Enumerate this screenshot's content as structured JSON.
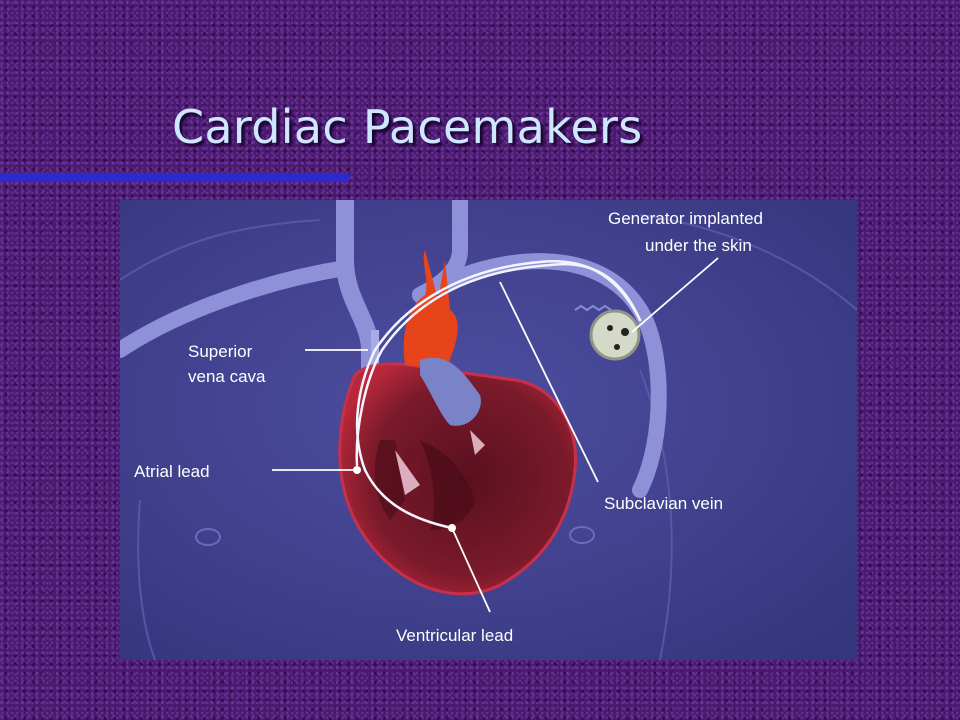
{
  "slide": {
    "title": "Cardiac Pacemakers"
  },
  "figure": {
    "labels": {
      "generator_line1": "Generator implanted",
      "generator_line2": "under the skin",
      "svc_line1": "Superior",
      "svc_line2": "vena cava",
      "atrial_lead": "Atrial lead",
      "subclavian_vein": "Subclavian vein",
      "ventricular_lead": "Ventricular lead"
    }
  }
}
